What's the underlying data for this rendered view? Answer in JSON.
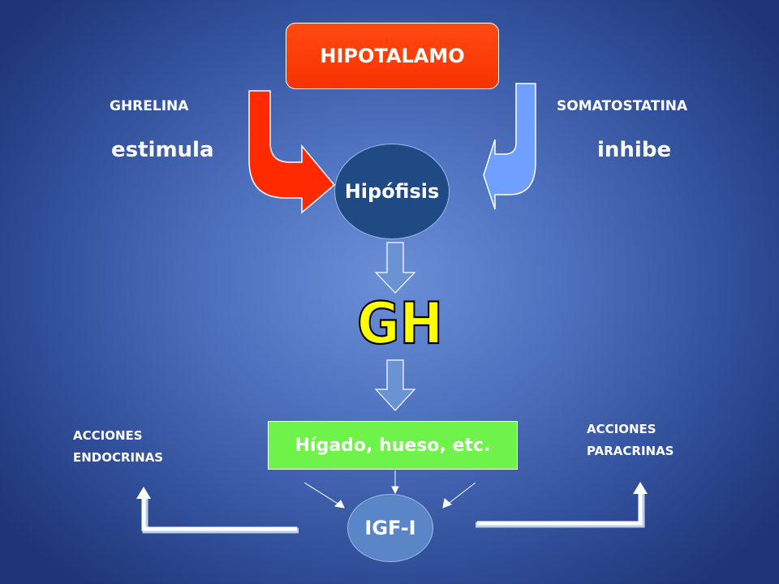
{
  "diagram": {
    "top_node": "HIPOTALAMO",
    "left_hormone": "GHRELINA",
    "left_action": "estimula",
    "right_hormone": "SOMATOSTATINA",
    "right_action": "inhibe",
    "middle_node": "Hipófisis",
    "product": "GH",
    "target_node": "Hígado, hueso, etc.",
    "bottom_node": "IGF-I",
    "left_effect_line1": "ACCIONES",
    "left_effect_line2": "ENDOCRINAS",
    "right_effect_line1": "ACCIONES",
    "right_effect_line2": "PARACRINAS"
  },
  "colors": {
    "hipotalamo": "#f73300",
    "stimulate_arrow": "#ff2a00",
    "inhibit_arrow": "#6f9fff",
    "hipofisis": "#1f4a84",
    "gh_text": "#ffff00",
    "target_box": "#6ff24a",
    "igf": "#5a85c6",
    "down_arrow": "#6a93d4"
  }
}
